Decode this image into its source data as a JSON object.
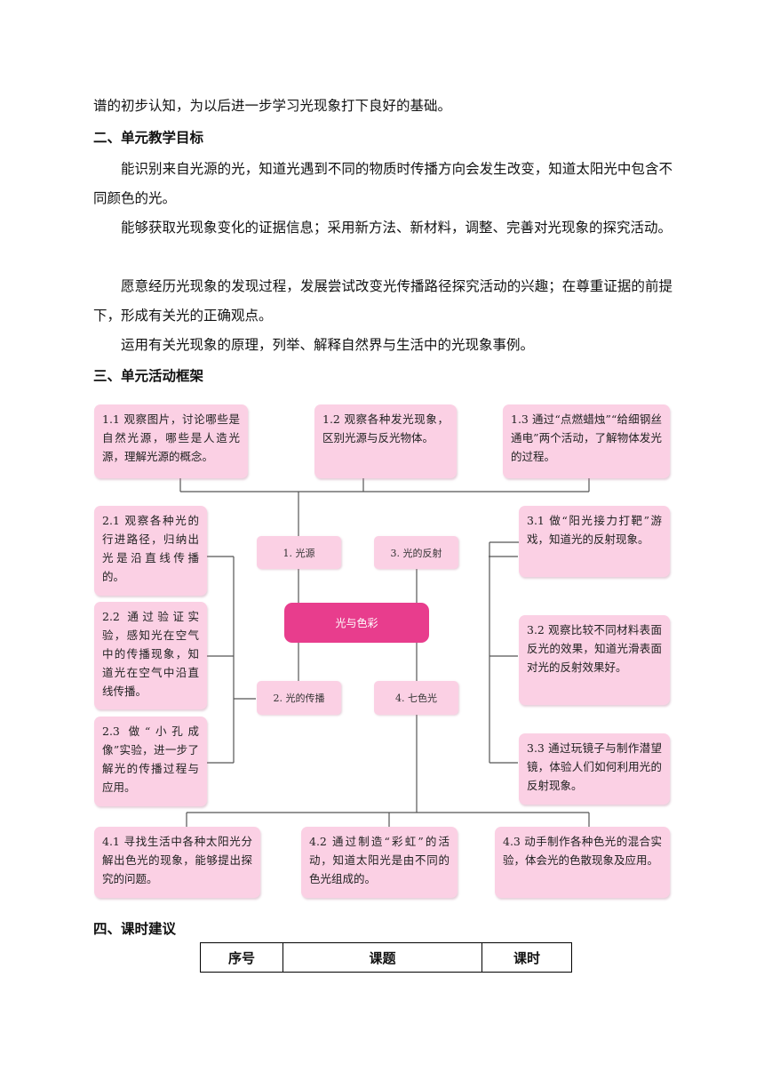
{
  "intro_tail": "谱的初步认知，为以后进一步学习光现象打下良好的基础。",
  "section2": {
    "heading": "二、单元教学目标",
    "paragraphs": [
      "能识别来自光源的光，知道光遇到不同的物质时传播方向会发生改变，知道太阳光中包含不同颜色的光。",
      "能够获取光现象变化的证据信息；采用新方法、新材料，调整、完善对光现象的探究活动。",
      "愿意经历光现象的发现过程，发展尝试改变光传播路径探究活动的兴趣；在尊重证据的前提下，形成有关光的正确观点。",
      "运用有关光现象的原理，列举、解释自然界与生活中的光现象事例。"
    ]
  },
  "section3": {
    "heading": "三、单元活动框架",
    "center": "光与色彩",
    "nodes": {
      "n1": "1. 光源",
      "n2": "2. 光的传播",
      "n3": "3. 光的反射",
      "n4": "4. 七色光"
    },
    "boxes": {
      "b11": "1.1 观察图片，讨论哪些是自然光源，哪些是人造光源，理解光源的概念。",
      "b12": "1.2 观察各种发光现象，区别光源与反光物体。",
      "b13": "1.3 通过“点燃蜡烛”“给细钢丝通电”两个活动，了解物体发光的过程。",
      "b21": "2.1 观察各种光的行进路径，归纳出光是沿直线传播的。",
      "b22": "2.2 通过验证实验，感知光在空气中的传播现象，知道光在空气中沿直线传播。",
      "b23": "2.3 做“小孔成像”实验，进一步了解光的传播过程与应用。",
      "b31": "3.1 做“阳光接力打靶”游戏，知道光的反射现象。",
      "b32": "3.2 观察比较不同材料表面反光的效果，知道光滑表面对光的反射效果好。",
      "b33": "3.3 通过玩镜子与制作潜望镜，体验人们如何利用光的反射现象。",
      "b41": "4.1 寻找生活中各种太阳光分解出色光的现象，能够提出探究的问题。",
      "b42": "4.2 通过制造“彩虹”的活动，知道太阳光是由不同的色光组成的。",
      "b43": "4.3 动手制作各种色光的混合实验，体会光的色散现象及应用。"
    },
    "colors": {
      "box": "#fbd0e4",
      "center": "#e83d8d",
      "line": "#555555"
    }
  },
  "section4": {
    "heading": "四、课时建议",
    "table_headers": [
      "序号",
      "课题",
      "课时"
    ]
  }
}
